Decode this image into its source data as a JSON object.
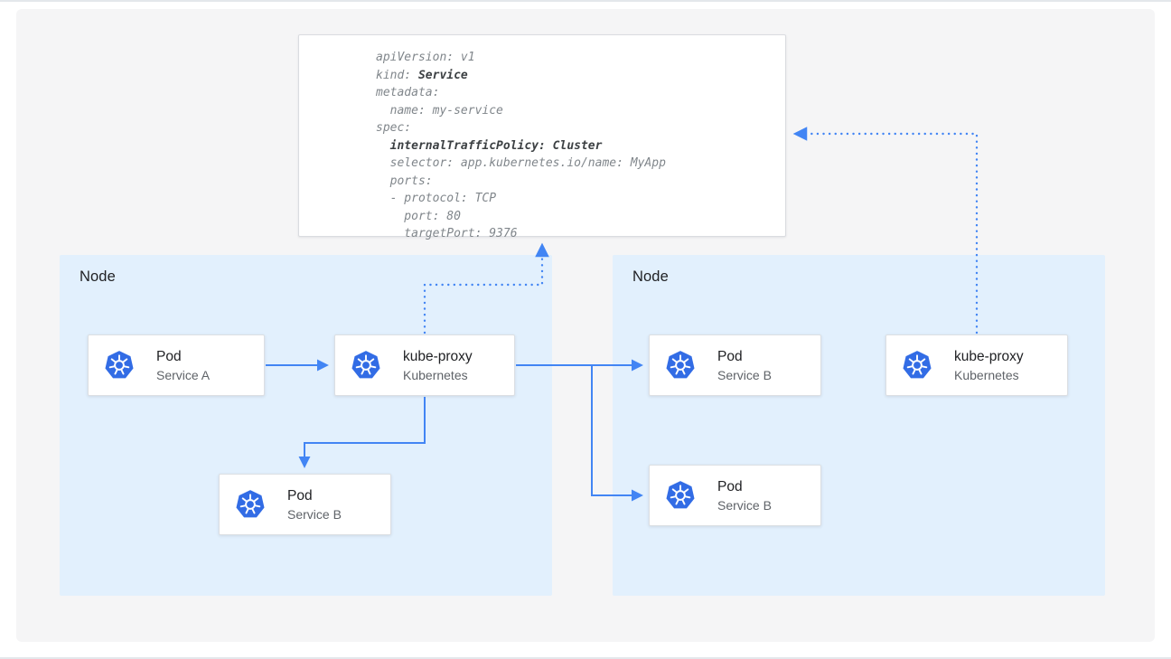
{
  "colors": {
    "arrow_blue": "#4285f4",
    "node_background": "#e2f0fd",
    "kubernetes_blue": "#326ce5",
    "code_regular": "#80868b",
    "code_bold": "#3c4043",
    "panel_background": "#f5f5f6"
  },
  "code_panel": {
    "lines": [
      {
        "segments": [
          {
            "text": "apiVersion: v1",
            "bold": false
          }
        ]
      },
      {
        "segments": [
          {
            "text": "kind: ",
            "bold": false
          },
          {
            "text": "Service",
            "bold": true
          }
        ]
      },
      {
        "segments": [
          {
            "text": "metadata:",
            "bold": false
          }
        ]
      },
      {
        "segments": [
          {
            "text": "  name: my-service",
            "bold": false
          }
        ]
      },
      {
        "segments": [
          {
            "text": "spec:",
            "bold": false
          }
        ]
      },
      {
        "segments": [
          {
            "text": "  ",
            "bold": false
          },
          {
            "text": "internalTrafficPolicy: Cluster",
            "bold": true
          }
        ]
      },
      {
        "segments": [
          {
            "text": "  selector: app.kubernetes.io/name: MyApp",
            "bold": false
          }
        ]
      },
      {
        "segments": [
          {
            "text": "  ports:",
            "bold": false
          }
        ]
      },
      {
        "segments": [
          {
            "text": "  - protocol: TCP",
            "bold": false
          }
        ]
      },
      {
        "segments": [
          {
            "text": "    port: 80",
            "bold": false
          }
        ]
      },
      {
        "segments": [
          {
            "text": "    targetPort: 9376",
            "bold": false
          }
        ]
      }
    ]
  },
  "nodes": {
    "left": {
      "label": "Node"
    },
    "right": {
      "label": "Node"
    }
  },
  "cards": {
    "pod_service_a": {
      "title": "Pod",
      "subtitle": "Service A",
      "icon": "kubernetes-logo"
    },
    "kube_proxy_left": {
      "title": "kube-proxy",
      "subtitle": "Kubernetes",
      "icon": "kubernetes-logo"
    },
    "pod_service_b_left": {
      "title": "Pod",
      "subtitle": "Service B",
      "icon": "kubernetes-logo"
    },
    "pod_service_b_right_top": {
      "title": "Pod",
      "subtitle": "Service B",
      "icon": "kubernetes-logo"
    },
    "pod_service_b_right_bottom": {
      "title": "Pod",
      "subtitle": "Service B",
      "icon": "kubernetes-logo"
    },
    "kube_proxy_right": {
      "title": "kube-proxy",
      "subtitle": "Kubernetes",
      "icon": "kubernetes-logo"
    }
  }
}
